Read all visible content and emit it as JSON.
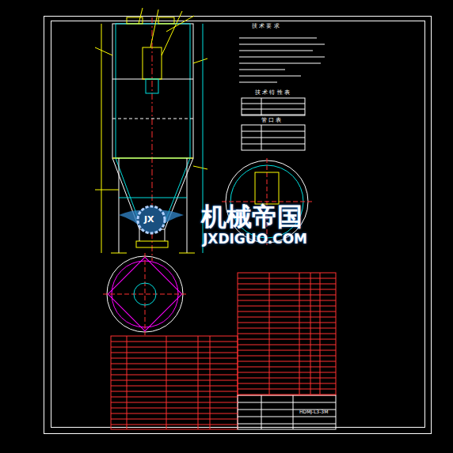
{
  "diagram": {
    "labels": [
      "技 术 要 求",
      "技 术 特 性 表",
      "管 口 表",
      "机械帝国",
      "JXDIGUO.COM",
      "JX",
      "HDMJ-L3-3M"
    ]
  }
}
